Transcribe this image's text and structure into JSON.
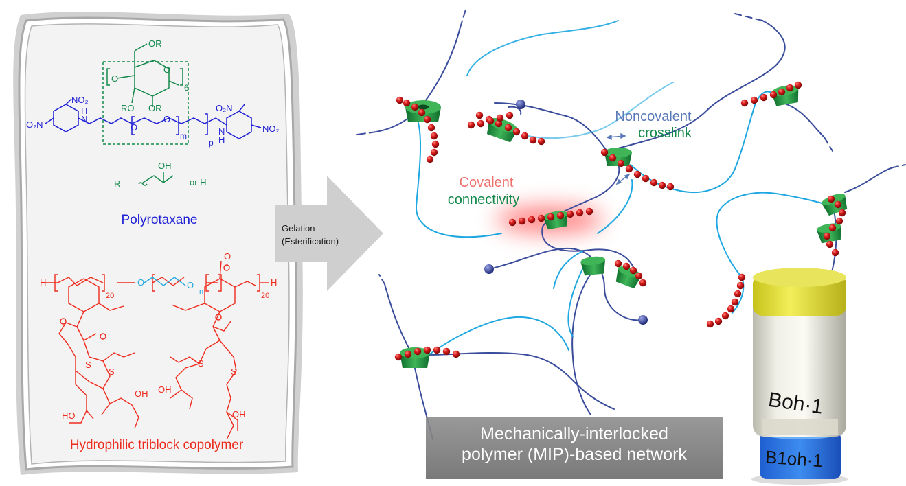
{
  "left_panel": {
    "polyrotaxane": {
      "title": "Polyrotaxane",
      "cd_substituent_top": "OR",
      "cd_ring_oxygen": "O",
      "cd_bridge": "O",
      "cd_repeat": "6",
      "cd_or_left": "RO",
      "cd_or_right": "OR",
      "no2_left_top": "NO₂",
      "no2_left": "O₂N",
      "nh_left": "H",
      "n_left": "N",
      "o_1": "O",
      "o_2": "O",
      "sub_m": "m",
      "sub_p": "p",
      "nh_right": "H",
      "n_right": "N",
      "no2_right_top": "O₂N",
      "no2_right": "NO₂",
      "r_def_label": "R =",
      "r_def_oh": "OH",
      "r_def_or": "or H"
    },
    "triblock": {
      "title": "Hydrophilic triblock copolymer",
      "h_left": "H",
      "h_right": "H",
      "o_carbonyl_right": "O",
      "o_peg_left": "O",
      "o_peg_mid": "O",
      "sub_n": "n",
      "sub_20_left": "20",
      "sub_20_right": "20",
      "s_1": "S",
      "s_2": "S",
      "s_3": "S",
      "s_4": "S",
      "oh_1": "OH",
      "oh_2": "OH",
      "oh_3": "HO",
      "oh_4": "OH"
    }
  },
  "arrow": {
    "line1": "Gelation",
    "line2": "(Esterification)"
  },
  "network": {
    "noncovalent_line1": "Noncovalent",
    "noncovalent_line2": "crosslink",
    "covalent_line1": "Covalent",
    "covalent_line2": "connectivity",
    "banner_line1": "Mechanically-interlocked",
    "banner_line2": "polymer (MIP)-based network",
    "vial_label_1": "Boh·1",
    "vial_label_2": "B1oh·1"
  },
  "colors": {
    "polyrotaxane": "#1f1fd6",
    "cyclodextrin": "#12894a",
    "triblock": "#ee2a1c",
    "peg": "#1ea7e0",
    "axle": "#3a4c9c",
    "noncovalent": "#5a79b8",
    "covalent": "#f0706c",
    "bead": "#c8161b",
    "ring": "#1f8a3e"
  }
}
